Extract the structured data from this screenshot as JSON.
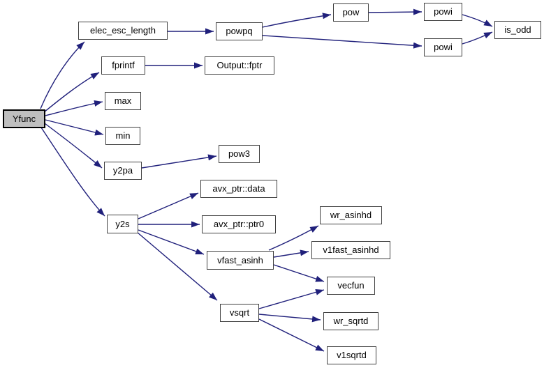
{
  "diagram": {
    "type": "call-graph",
    "root": "yfunc",
    "colors": {
      "edge": "#20207b",
      "node_border": "#404040",
      "node_fill": "#ffffff",
      "root_fill": "#bfbfbf",
      "root_border": "#000000",
      "text": "#000000",
      "background": "#ffffff"
    },
    "nodes": {
      "yfunc": {
        "label": "Yfunc"
      },
      "elec_esc_length": {
        "label": "elec_esc_length"
      },
      "powpq": {
        "label": "powpq"
      },
      "pow": {
        "label": "pow"
      },
      "powi_top": {
        "label": "powi"
      },
      "powi_bottom": {
        "label": "powi"
      },
      "is_odd": {
        "label": "is_odd"
      },
      "fprintf": {
        "label": "fprintf"
      },
      "output_fptr": {
        "label": "Output::fptr"
      },
      "max": {
        "label": "max"
      },
      "min": {
        "label": "min"
      },
      "y2pa": {
        "label": "y2pa"
      },
      "pow3": {
        "label": "pow3"
      },
      "y2s": {
        "label": "y2s"
      },
      "avx_ptr_data": {
        "label": "avx_ptr::data"
      },
      "avx_ptr_ptr0": {
        "label": "avx_ptr::ptr0"
      },
      "vfast_asinh": {
        "label": "vfast_asinh"
      },
      "wr_asinhd": {
        "label": "wr_asinhd"
      },
      "v1fast_asinhd": {
        "label": "v1fast_asinhd"
      },
      "vecfun": {
        "label": "vecfun"
      },
      "vsqrt": {
        "label": "vsqrt"
      },
      "wr_sqrtd": {
        "label": "wr_sqrtd"
      },
      "v1sqrtd": {
        "label": "v1sqrtd"
      }
    },
    "edges": [
      {
        "from": "yfunc",
        "to": "elec_esc_length"
      },
      {
        "from": "yfunc",
        "to": "fprintf"
      },
      {
        "from": "yfunc",
        "to": "max"
      },
      {
        "from": "yfunc",
        "to": "min"
      },
      {
        "from": "yfunc",
        "to": "y2pa"
      },
      {
        "from": "yfunc",
        "to": "y2s"
      },
      {
        "from": "elec_esc_length",
        "to": "powpq"
      },
      {
        "from": "powpq",
        "to": "pow"
      },
      {
        "from": "powpq",
        "to": "powi_bottom"
      },
      {
        "from": "pow",
        "to": "powi_top"
      },
      {
        "from": "powi_top",
        "to": "is_odd"
      },
      {
        "from": "powi_bottom",
        "to": "is_odd"
      },
      {
        "from": "fprintf",
        "to": "output_fptr"
      },
      {
        "from": "y2pa",
        "to": "pow3"
      },
      {
        "from": "y2s",
        "to": "avx_ptr_data"
      },
      {
        "from": "y2s",
        "to": "avx_ptr_ptr0"
      },
      {
        "from": "y2s",
        "to": "vfast_asinh"
      },
      {
        "from": "y2s",
        "to": "vsqrt"
      },
      {
        "from": "vfast_asinh",
        "to": "wr_asinhd"
      },
      {
        "from": "vfast_asinh",
        "to": "v1fast_asinhd"
      },
      {
        "from": "vfast_asinh",
        "to": "vecfun"
      },
      {
        "from": "vsqrt",
        "to": "vecfun"
      },
      {
        "from": "vsqrt",
        "to": "wr_sqrtd"
      },
      {
        "from": "vsqrt",
        "to": "v1sqrtd"
      }
    ]
  }
}
